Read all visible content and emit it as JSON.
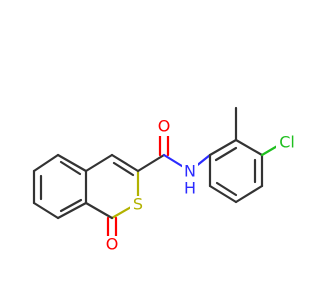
{
  "molecule": {
    "atoms": {
      "oxygen_amide": {
        "symbol": "O",
        "color": "#ff0000"
      },
      "nitrogen_amide": {
        "symbol": "N",
        "color": "#2b2bff"
      },
      "hydrogen_amide": {
        "symbol": "H",
        "color": "#2b2bff"
      },
      "sulfur_ring": {
        "symbol": "S",
        "color": "#b2b200"
      },
      "oxygen_thione": {
        "symbol": "O",
        "color": "#ff0000"
      },
      "chlorine": {
        "symbol": "Cl",
        "color": "#1fbf1f"
      }
    }
  }
}
